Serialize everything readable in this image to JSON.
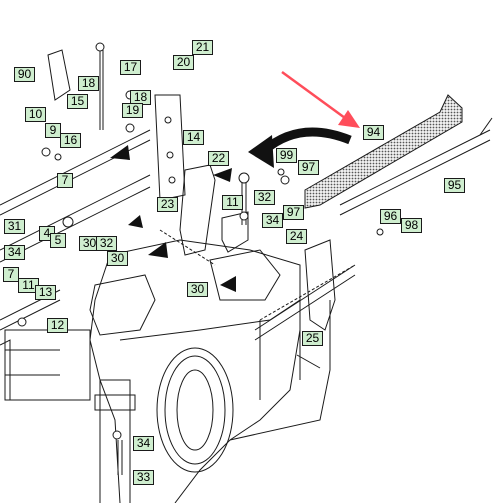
{
  "callouts": [
    "90",
    "20",
    "21",
    "17",
    "18",
    "15",
    "18",
    "19",
    "10",
    "9",
    "16",
    "14",
    "94",
    "99",
    "97",
    "22",
    "7",
    "32",
    "11",
    "97",
    "34",
    "31",
    "4",
    "5",
    "30",
    "32",
    "23",
    "30",
    "24",
    "34",
    "7",
    "11",
    "13",
    "12",
    "30",
    "25",
    "95",
    "96",
    "98",
    "34",
    "33"
  ],
  "colors": {
    "callout_fill": "#cfeecf",
    "callout_border": "#1a1a1a",
    "highlight_arrow": "#ff4d5a",
    "line_art": "#1a1a1a",
    "hatch_fill": "#888888"
  }
}
